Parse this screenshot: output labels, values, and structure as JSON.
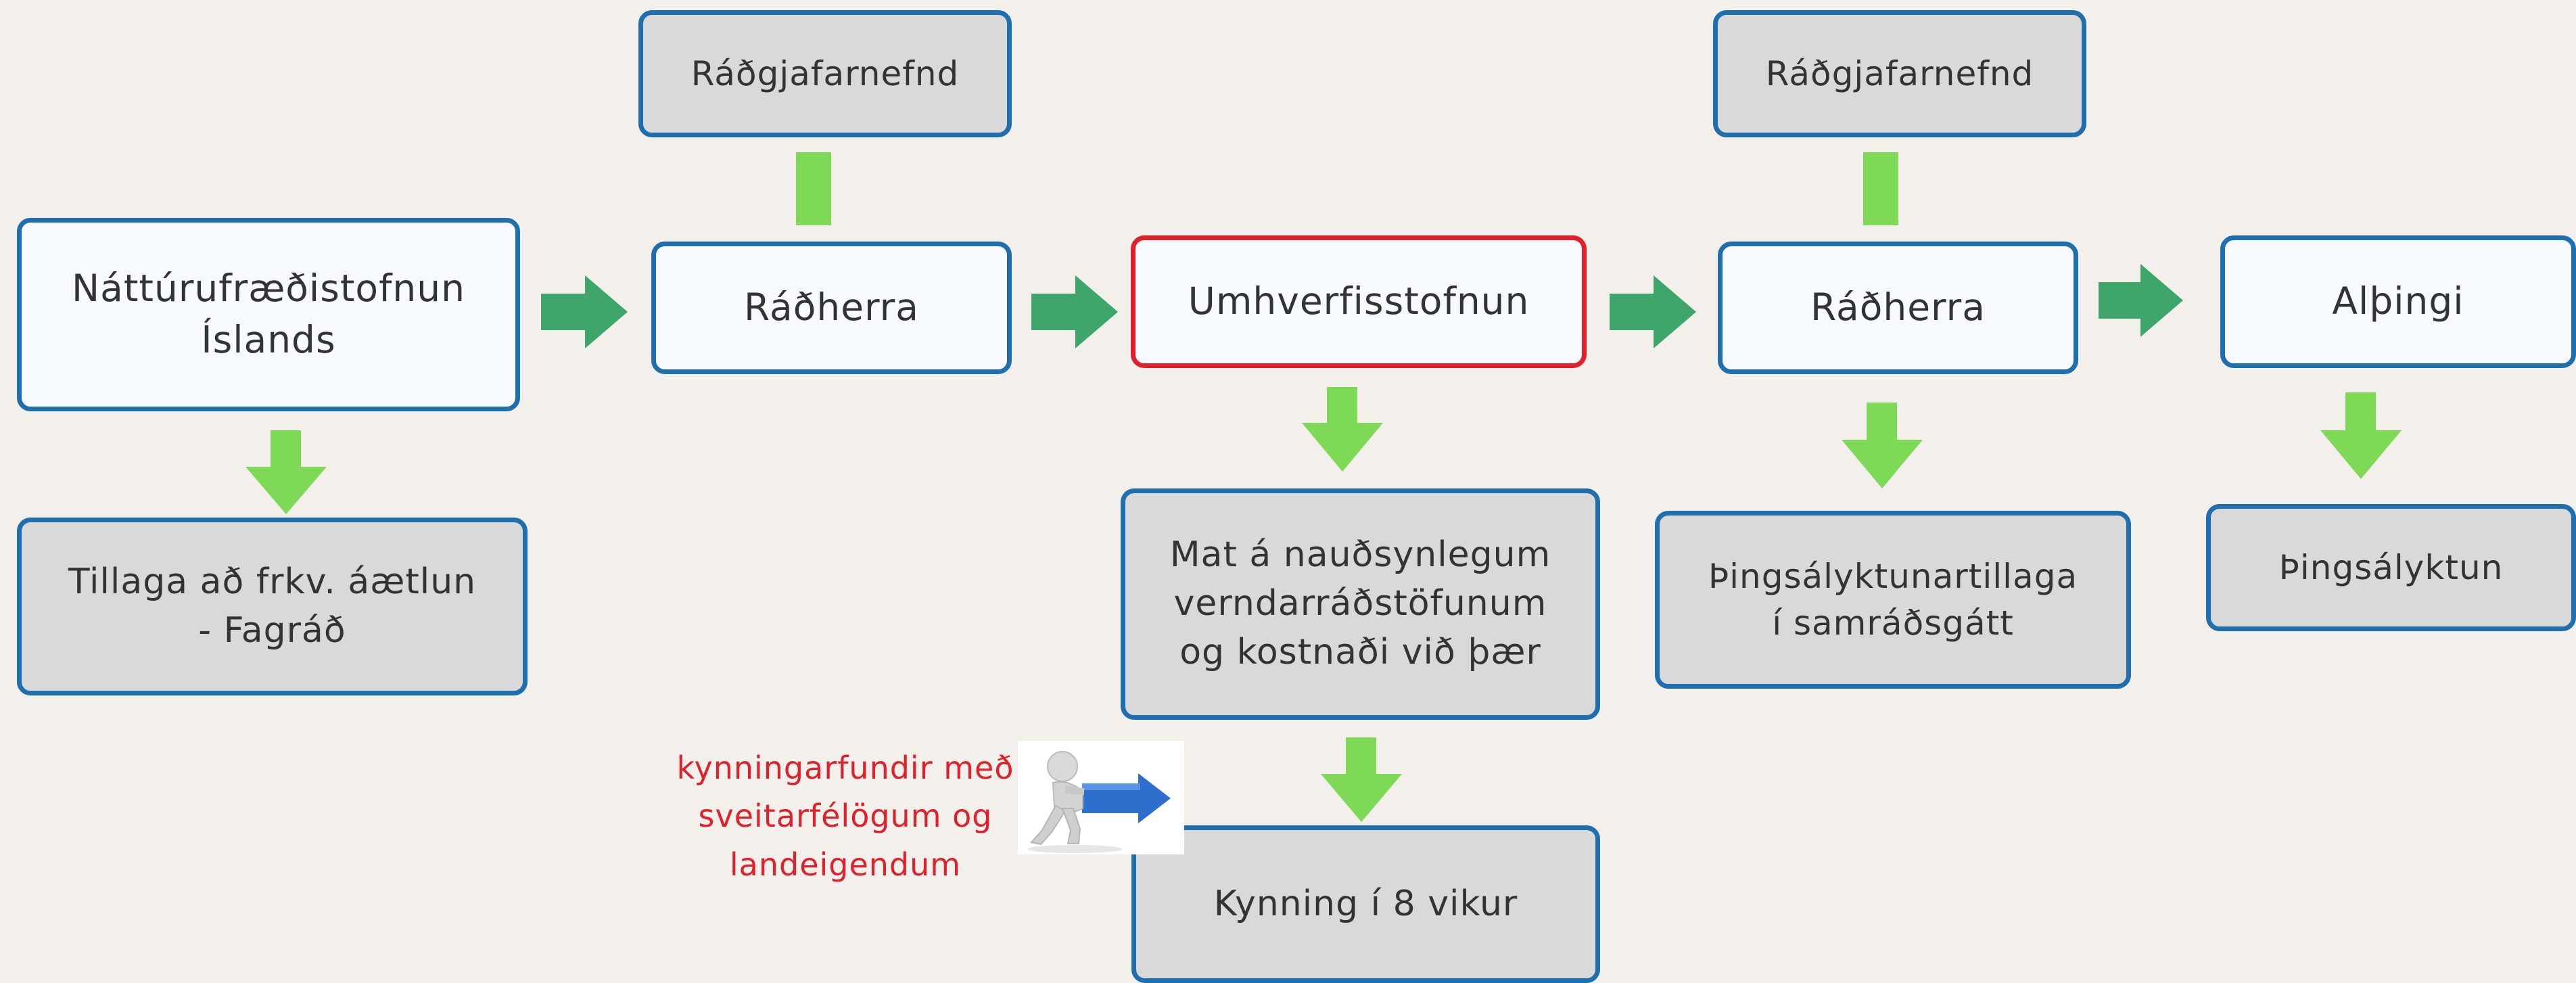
{
  "boxes": {
    "nattur": "Náttúrufræðistofnun\nÍslands",
    "tillaga": "Tillaga að frkv. áætlun\n- Fagráð",
    "radgjaf1": "Ráðgjafarnefnd",
    "radherra1": "Ráðherra",
    "umhverfis": "Umhverfisstofnun",
    "mat": "Mat á nauðsynlegum\nverndarráðstöfunum\nog kostnaði við þær",
    "kynning": "Kynning í 8 vikur",
    "radgjaf2": "Ráðgjafarnefnd",
    "radherra2": "Ráðherra",
    "thingsalyktunartillaga": "Þingsályktunartillaga\ní samráðsgátt",
    "althingi": "Alþingi",
    "thingsalyktun": "Þingsályktun"
  },
  "note": "kynningarfundir með\nsveitarfélögum og\nlandeigendum",
  "clipart_icon": "person-pushing-arrow-icon",
  "colors": {
    "background": "#f3efeb",
    "box_border": "#1f6fae",
    "highlight_border": "#e0202a",
    "arrow_horizontal": "#3ea66a",
    "arrow_vertical": "#7ed957",
    "note_text": "#e0202a"
  }
}
